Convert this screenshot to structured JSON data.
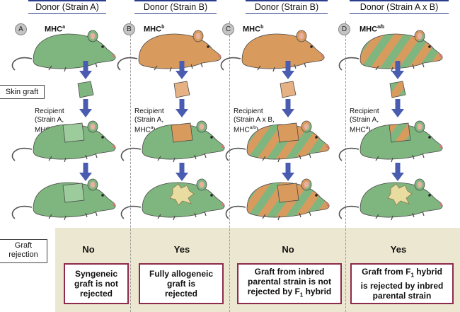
{
  "donors": [
    {
      "label": "Donor (Strain A)",
      "badge": "A",
      "mhc_base": "MHC",
      "mhc_sup": "a"
    },
    {
      "label": "Donor (Strain B)",
      "badge": "B",
      "mhc_base": "MHC",
      "mhc_sup": "b"
    },
    {
      "label": "Donor (Strain B)",
      "badge": "C",
      "mhc_base": "MHC",
      "mhc_sup": "b"
    },
    {
      "label": "Donor (Strain A x B)",
      "badge": "D",
      "mhc_base": "MHC",
      "mhc_sup": "a/b"
    }
  ],
  "side_labels": {
    "skin_graft": "Skin graft",
    "graft_rejection_line1": "Graft",
    "graft_rejection_line2": "rejection"
  },
  "recipients": [
    {
      "line1": "Recipient",
      "line2": "(Strain A,",
      "line3_base": "MHC",
      "line3_sup": "a",
      "line3_end": ")"
    },
    {
      "line1": "Recipient",
      "line2": "(Strain A,",
      "line3_base": "MHC",
      "line3_sup": "a",
      "line3_end": ")"
    },
    {
      "line1": "Recipient",
      "line2": "(Strain A x B,",
      "line3_base": "MHC",
      "line3_sup": "a/b",
      "line3_end": ")"
    },
    {
      "line1": "Recipient",
      "line2": "(Strain A,",
      "line3_base": "MHC",
      "line3_sup": "a",
      "line3_end": ")"
    }
  ],
  "results": [
    "No",
    "Yes",
    "No",
    "Yes"
  ],
  "outcomes": [
    {
      "line1": "Syngeneic",
      "line2": "graft is not",
      "line3": "rejected"
    },
    {
      "line1": "Fully allogeneic",
      "line2": "graft is",
      "line3": "rejected"
    },
    {
      "line1": "Graft from inbred",
      "line2": "parental strain is not",
      "line3_pre": "rejected by F",
      "line3_sub": "1",
      "line3_post": " hybrid"
    },
    {
      "line1_pre": "Graft from F",
      "line1_sub": "1",
      "line1_post": " hybrid",
      "line2": "is rejected by inbred",
      "line3": "parental strain"
    }
  ],
  "colors": {
    "mouse_green": "#7fb67f",
    "mouse_orange": "#d99a5e",
    "arrow_blue": "#4a5cb0",
    "box_border": "#8e2b4a",
    "band": "#ece7d0",
    "rejected_scar": "#e8dca0"
  }
}
